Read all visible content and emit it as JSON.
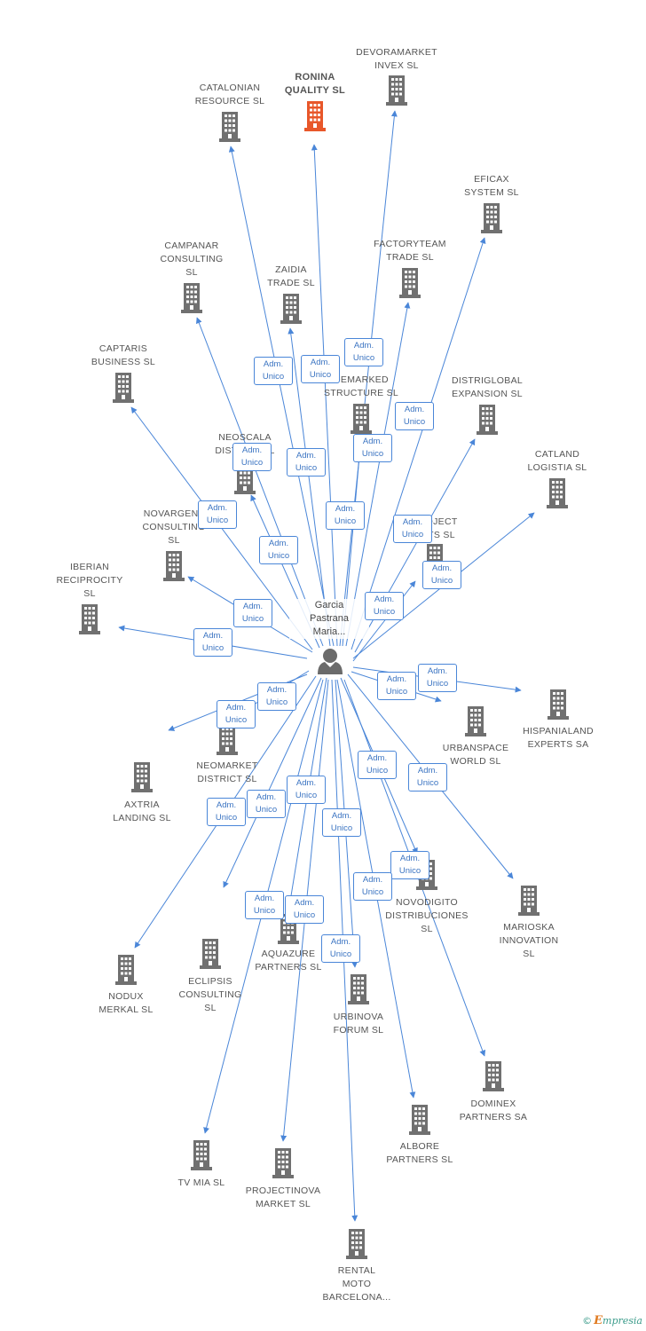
{
  "colors": {
    "edge": "#4a86d8",
    "building": "#707070",
    "main_building": "#e8572a",
    "person": "#6b6b6b"
  },
  "icons": {
    "company": "building-icon",
    "person": "person-icon"
  },
  "person": {
    "name_lines": [
      "Garcia",
      "Pastrana",
      "Maria..."
    ]
  },
  "relation_label": {
    "line1": "Adm.",
    "line2": "Unico"
  },
  "footer": {
    "copyright": "©",
    "brand_initial": "E",
    "brand_rest": "mpresia"
  },
  "companies": [
    {
      "id": "devoramarket",
      "lines": [
        "DEVORAMARKET",
        "INVEX SL"
      ]
    },
    {
      "id": "ronina",
      "lines": [
        "RONINA",
        "QUALITY SL"
      ],
      "main": true
    },
    {
      "id": "catalonian",
      "lines": [
        "CATALONIAN",
        "RESOURCE SL"
      ]
    },
    {
      "id": "eficax",
      "lines": [
        "EFICAX",
        "SYSTEM SL"
      ]
    },
    {
      "id": "factoryteam",
      "lines": [
        "FACTORYTEAM",
        "TRADE SL"
      ]
    },
    {
      "id": "campanar",
      "lines": [
        "CAMPANAR",
        "CONSULTING",
        "SL"
      ]
    },
    {
      "id": "zaidia",
      "lines": [
        "ZAIDIA",
        "TRADE SL"
      ]
    },
    {
      "id": "captaris",
      "lines": [
        "CAPTARIS",
        "BUSINESS SL"
      ]
    },
    {
      "id": "demarked",
      "lines": [
        "DEMARKED",
        "STRUCTURE SL"
      ]
    },
    {
      "id": "distriglobal",
      "lines": [
        "DISTRIGLOBAL",
        "EXPANSION SL"
      ]
    },
    {
      "id": "neoscala",
      "lines": [
        "NEOSCALA",
        "DISTRICT SL"
      ]
    },
    {
      "id": "catland",
      "lines": [
        "CATLAND",
        "LOGISTIA SL"
      ]
    },
    {
      "id": "novargent",
      "lines": [
        "NOVARGENT",
        "CONSULTING",
        "SL"
      ]
    },
    {
      "id": "project",
      "lines": [
        "PROJECT",
        "ARTS SL"
      ]
    },
    {
      "id": "iberian",
      "lines": [
        "IBERIAN",
        "RECIPROCITY",
        "SL"
      ]
    },
    {
      "id": "hispanialand",
      "lines": [
        "HISPANIALAND",
        "EXPERTS SA"
      ]
    },
    {
      "id": "urbanspace",
      "lines": [
        "URBANSPACE",
        "WORLD SL"
      ]
    },
    {
      "id": "neomarket",
      "lines": [
        "NEOMARKET",
        "DISTRICT SL"
      ]
    },
    {
      "id": "axtria",
      "lines": [
        "AXTRIA",
        "LANDING SL"
      ]
    },
    {
      "id": "novodigito",
      "lines": [
        "NOVODIGITO",
        "DISTRIBUCIONES",
        "SL"
      ]
    },
    {
      "id": "marioska",
      "lines": [
        "MARIOSKA",
        "INNOVATION",
        "SL"
      ]
    },
    {
      "id": "aquazure",
      "lines": [
        "AQUAZURE",
        "PARTNERS SL"
      ]
    },
    {
      "id": "eclipsis",
      "lines": [
        "ECLIPSIS",
        "CONSULTING",
        "SL"
      ]
    },
    {
      "id": "nodux",
      "lines": [
        "NODUX",
        "MERKAL SL"
      ]
    },
    {
      "id": "urbinova",
      "lines": [
        "URBINOVA",
        "FORUM SL"
      ]
    },
    {
      "id": "dominex",
      "lines": [
        "DOMINEX",
        "PARTNERS SA"
      ]
    },
    {
      "id": "albore",
      "lines": [
        "ALBORE",
        "PARTNERS SL"
      ]
    },
    {
      "id": "tvmia",
      "lines": [
        "TV MIA SL"
      ]
    },
    {
      "id": "projectinova",
      "lines": [
        "PROJECTINOVA",
        "MARKET SL"
      ]
    },
    {
      "id": "rental",
      "lines": [
        "RENTAL",
        "MOTO",
        "BARCELONA..."
      ]
    }
  ]
}
